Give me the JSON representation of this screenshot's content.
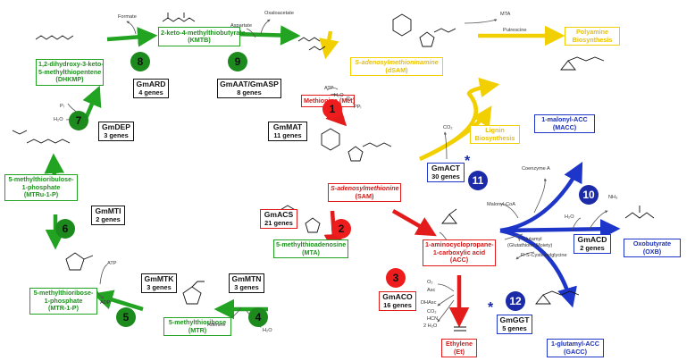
{
  "metabolites": {
    "met": "Methionine (Met)",
    "kmtb": [
      "2-keto-4-methylthiobutyrate",
      "(KMTB)"
    ],
    "dhkmp": [
      "1,2-dihydroxy-3-keto-",
      "5-methylthiopentene",
      "(DHKMP)"
    ],
    "mtru1p": [
      "5-methylthioribulose-",
      "1-phosphate",
      "(MTRu-1-P)"
    ],
    "mtr1p": [
      "5-methylthioribose-",
      "1-phosphate",
      "(MTR-1-P)"
    ],
    "mtr": [
      "5-methylthioribose",
      "(MTR)"
    ],
    "mta": [
      "5-methylthioadenosine",
      "(MTA)"
    ],
    "sam": [
      "S-adenosylmethionine",
      "(SAM)"
    ],
    "dsam": [
      "S-adenosylmethioninamine",
      "(dSAM)"
    ],
    "polyamine": [
      "Polyamine",
      "Biosynthesis"
    ],
    "lignin": [
      "Lignin",
      "Biosynthesis"
    ],
    "acc": [
      "1-aminocyclopropane-",
      "1-carboxylic acid",
      "(ACC)"
    ],
    "ethylene": [
      "Ethylene",
      "(Et)"
    ],
    "macc": [
      "1-malonyl-ACC",
      "(MACC)"
    ],
    "oxb": [
      "Oxobutyrate",
      "(OXB)"
    ],
    "gacc": [
      "1-glutamyl-ACC",
      "(GACC)"
    ]
  },
  "enzymes": {
    "gmard": [
      "GmARD",
      "4 genes"
    ],
    "gmaat": [
      "GmAAT/GmASP",
      "8 genes"
    ],
    "gmdep": [
      "GmDEP",
      "3 genes"
    ],
    "gmmti": [
      "GmMTI",
      "2 genes"
    ],
    "gmmtk": [
      "GmMTK",
      "3 genes"
    ],
    "gmmtn": [
      "GmMTN",
      "3 genes"
    ],
    "gmmat": [
      "GmMAT",
      "11 genes"
    ],
    "gmacs": [
      "GmACS",
      "21 genes"
    ],
    "gmaco": [
      "GmACO",
      "16 genes"
    ],
    "gmact": [
      "GmACT",
      "30 genes"
    ],
    "gmacd": [
      "GmACD",
      "2 genes"
    ],
    "gmggt": [
      "GmGGT",
      "5 genes"
    ]
  },
  "steps": {
    "s1": "1",
    "s2": "2",
    "s3": "3",
    "s4": "4",
    "s5": "5",
    "s6": "6",
    "s7": "7",
    "s8": "8",
    "s9": "9",
    "s10": "10",
    "s11": "11",
    "s12": "12"
  },
  "cofactors": {
    "formate": "Formate",
    "oxaloacetate": "Oxaloacetate",
    "aspartate": "Aspartate",
    "mta_out": "MTA",
    "putrescine": "Putrescine",
    "co2_top": "CO₂",
    "atp1": "ATP",
    "h2o1": "H₂O",
    "pi1": "Pᵢ",
    "ppi": "PPᵢ",
    "pi2": "Pᵢ",
    "h2o2": "H₂O",
    "coenzyme_a": "Coenzyme A",
    "malonyl_coa": "Malonyl-CoA",
    "nh3": "NH₃",
    "h2o3": "H₂O",
    "gamma_glutamyl": [
      "γ-Glutamyl",
      "(Glutathione Moiety)"
    ],
    "cysteinylglycine": "R-S-Cysteinylglycine",
    "o2": "O₂",
    "asc": "Asc",
    "dhasc": "DHAsc",
    "co2": "CO₂",
    "hcn": "HCN",
    "two_h2o": "2 H₂O",
    "adenine": "Adenine",
    "h2o4": "H₂O",
    "atp2": "ATP",
    "adp": "ADP"
  },
  "stars": [
    "*",
    "*"
  ],
  "colors": {
    "green": "#22a322",
    "red": "#e31b1b",
    "yellow": "#f2cf00",
    "blue": "#1d35c8",
    "darkgreen": "#1c8a1c",
    "navy": "#1a2aa8"
  }
}
